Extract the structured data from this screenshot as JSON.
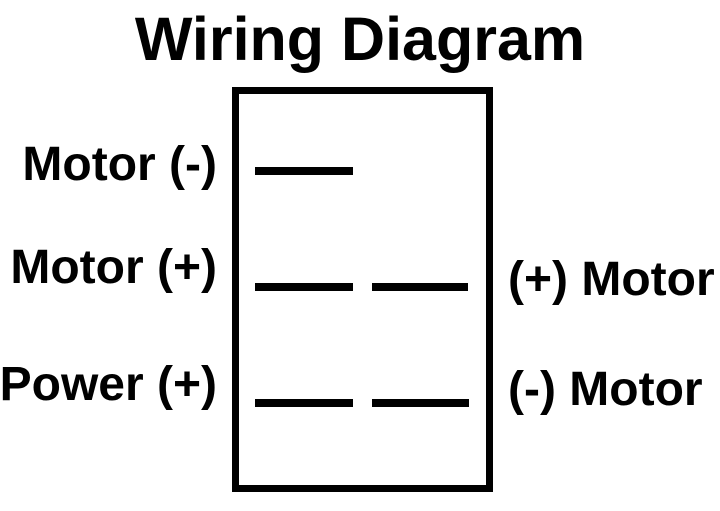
{
  "diagram": {
    "title": "Wiring Diagram",
    "left_labels": [
      "Motor (-)",
      "Motor (+)",
      "Power (+)"
    ],
    "right_labels": [
      "(+) Motor",
      "(-) Motor"
    ],
    "switch": {
      "type": "rocker-switch-body",
      "terminal_rows": [
        {
          "row": "top",
          "left_pin": true,
          "right_pin": false,
          "left_label": "Motor (-)",
          "right_label": null
        },
        {
          "row": "middle",
          "left_pin": true,
          "right_pin": true,
          "left_label": "Motor (+)",
          "right_label": "(+) Motor"
        },
        {
          "row": "bottom",
          "left_pin": true,
          "right_pin": true,
          "left_label": "Power (+)",
          "right_label": "(-) Motor"
        }
      ]
    },
    "colors": {
      "ink": "#000000",
      "background": "#ffffff"
    }
  }
}
